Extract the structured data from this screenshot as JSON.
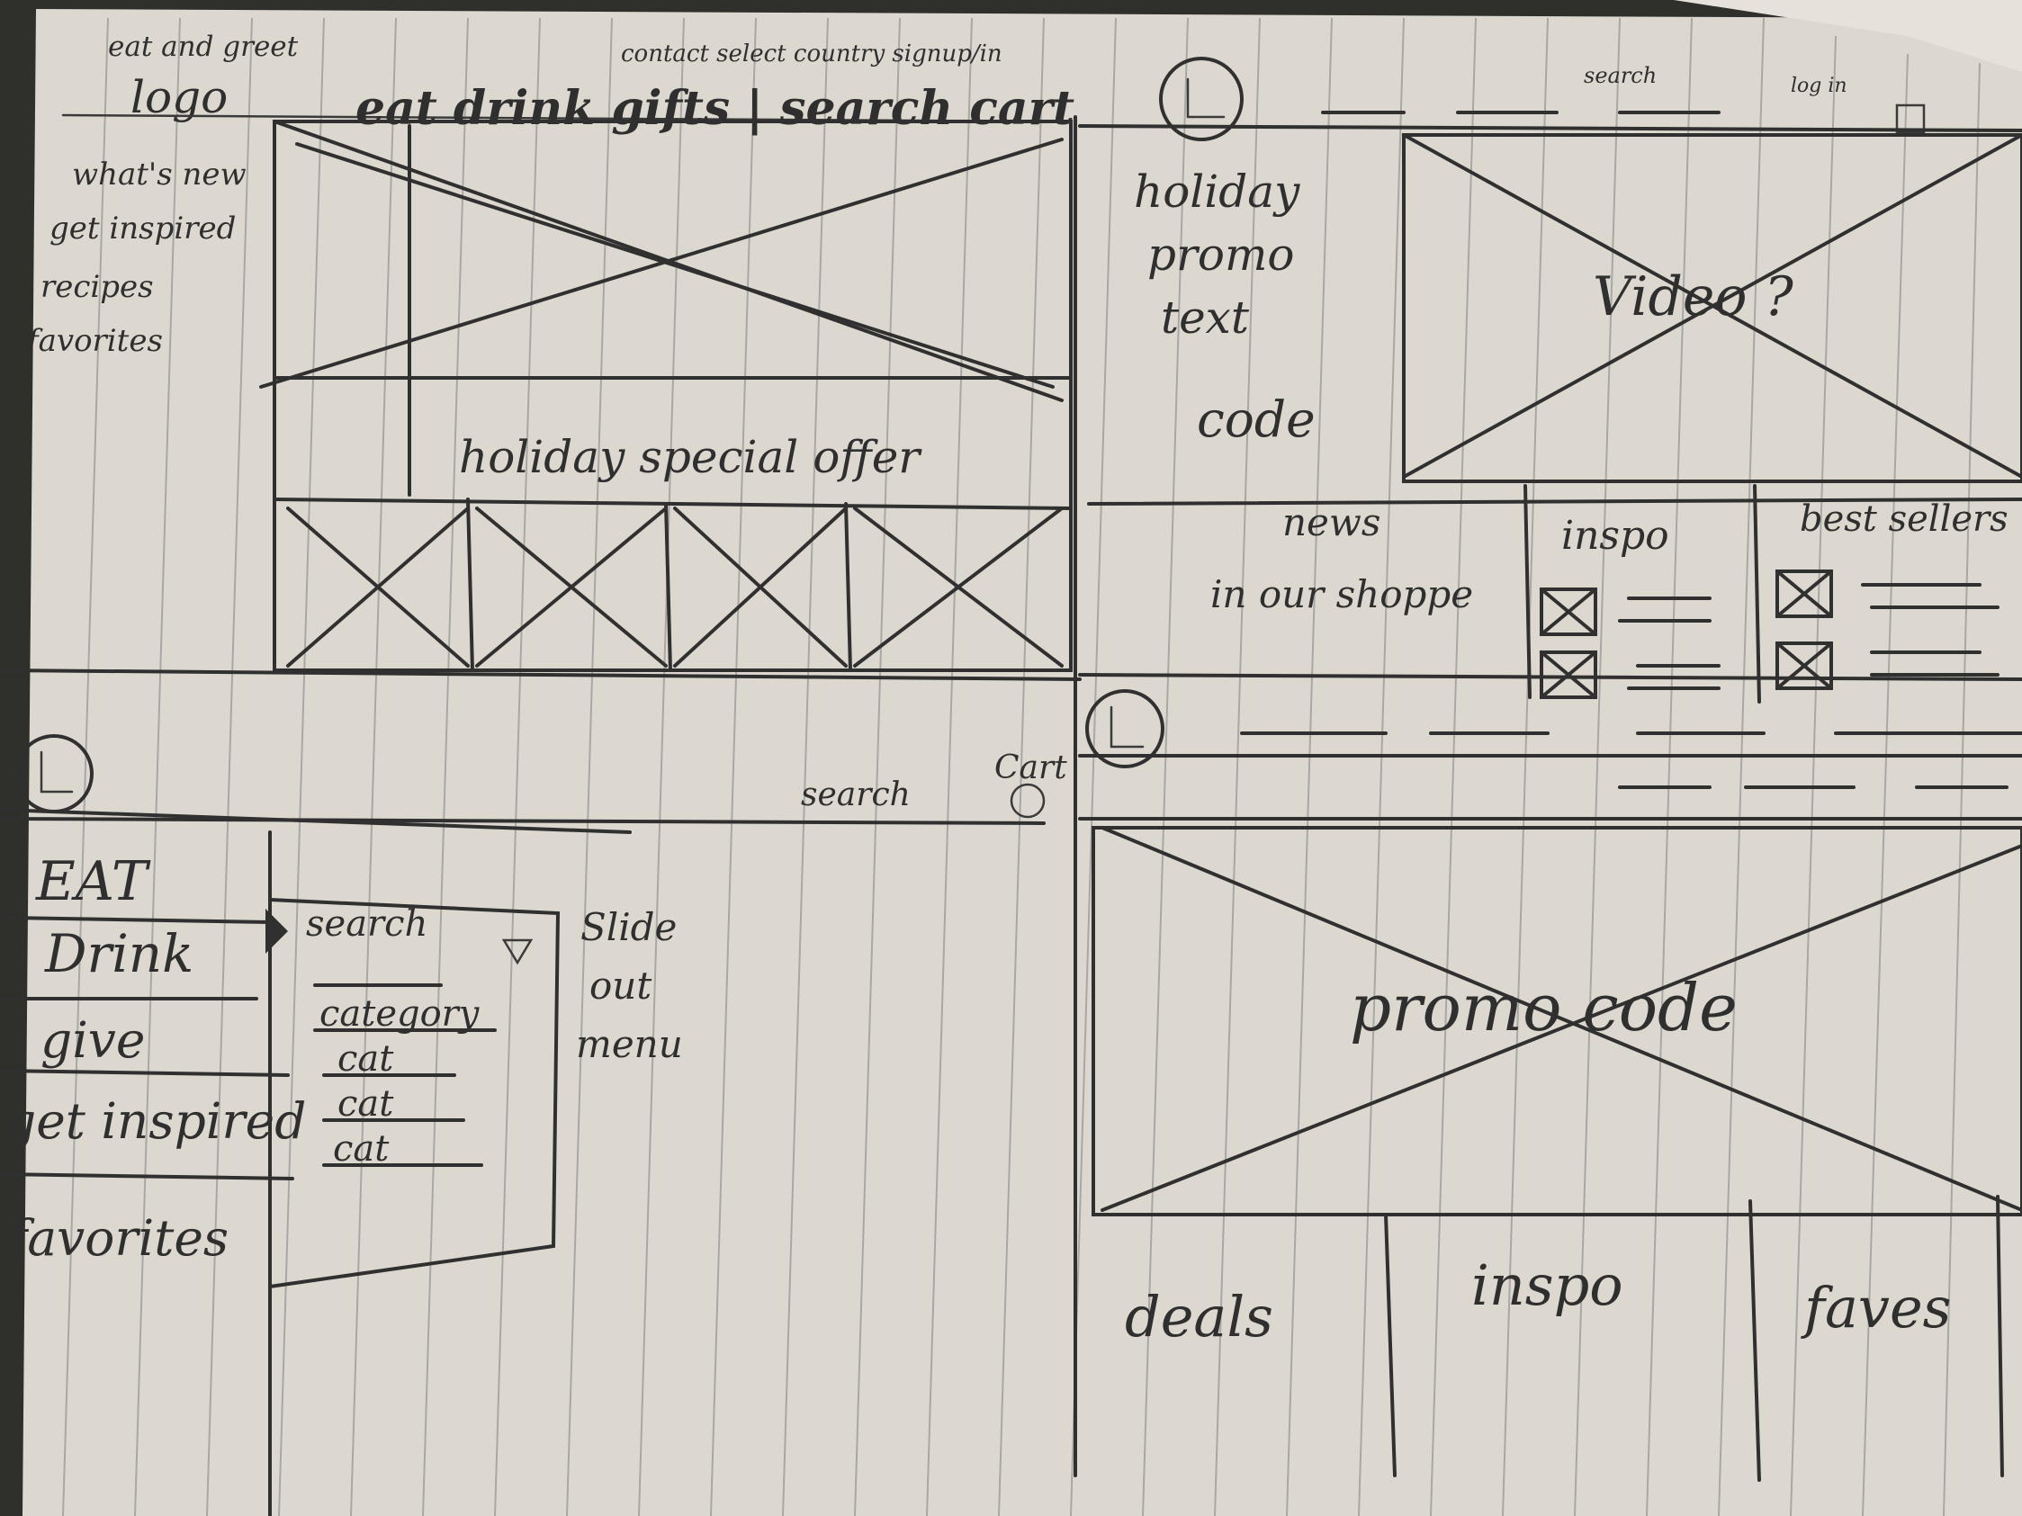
{
  "colors": {
    "paper": "#ddd8cf",
    "ink": "#2f2f2f",
    "rule_lines": "#7f7f86"
  },
  "wireframe_1": {
    "logo_text": "eat and greet",
    "logo_word": "logo",
    "top_links": "contact select country signup/in",
    "nav": "eat drink gifts | search cart",
    "sidebar": [
      "what's new",
      "get inspired",
      "recipes",
      "favorites"
    ],
    "banner_text": "holiday special offer"
  },
  "wireframe_2": {
    "top_right": [
      "search",
      "log in"
    ],
    "promo": [
      "holiday",
      "promo",
      "text",
      "code"
    ],
    "media_label": "Video ?",
    "panels": {
      "news_heading": "news",
      "news_text": "in our shoppe",
      "inspo": "inspo",
      "best_sellers": "best sellers"
    }
  },
  "wireframe_3": {
    "search": "search",
    "cart": "Cart",
    "menu": [
      "EAT",
      "Drink",
      "give",
      "get inspired",
      "favorites"
    ],
    "submenu": [
      "search",
      "category",
      "cat",
      "cat",
      "cat"
    ],
    "slide_note": [
      "Slide",
      "out",
      "menu"
    ]
  },
  "wireframe_4": {
    "promo_code": "promo code",
    "tiles": [
      "deals",
      "inspo",
      "faves"
    ]
  }
}
